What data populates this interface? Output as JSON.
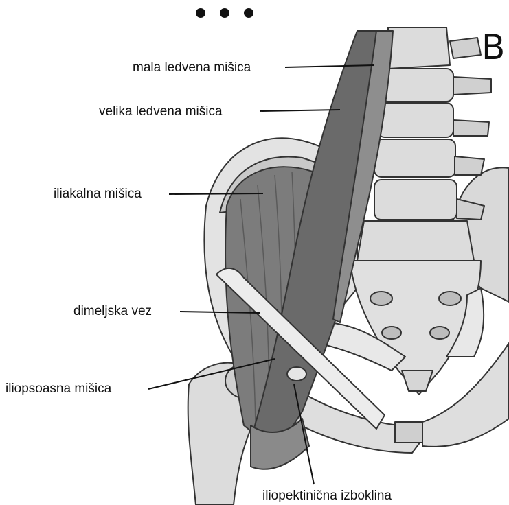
{
  "figure": {
    "panel_letter": "B",
    "dot_count": 3,
    "labels": {
      "psoas_minor": "mala ledvena mišica",
      "psoas_major": "velika ledvena mišica",
      "iliacus": "iliakalna mišica",
      "inguinal_ligament": "dimeljska vez",
      "iliopsoas": "iliopsoasna mišica",
      "iliopectineal_eminence": "iliopektinična izboklina"
    }
  }
}
